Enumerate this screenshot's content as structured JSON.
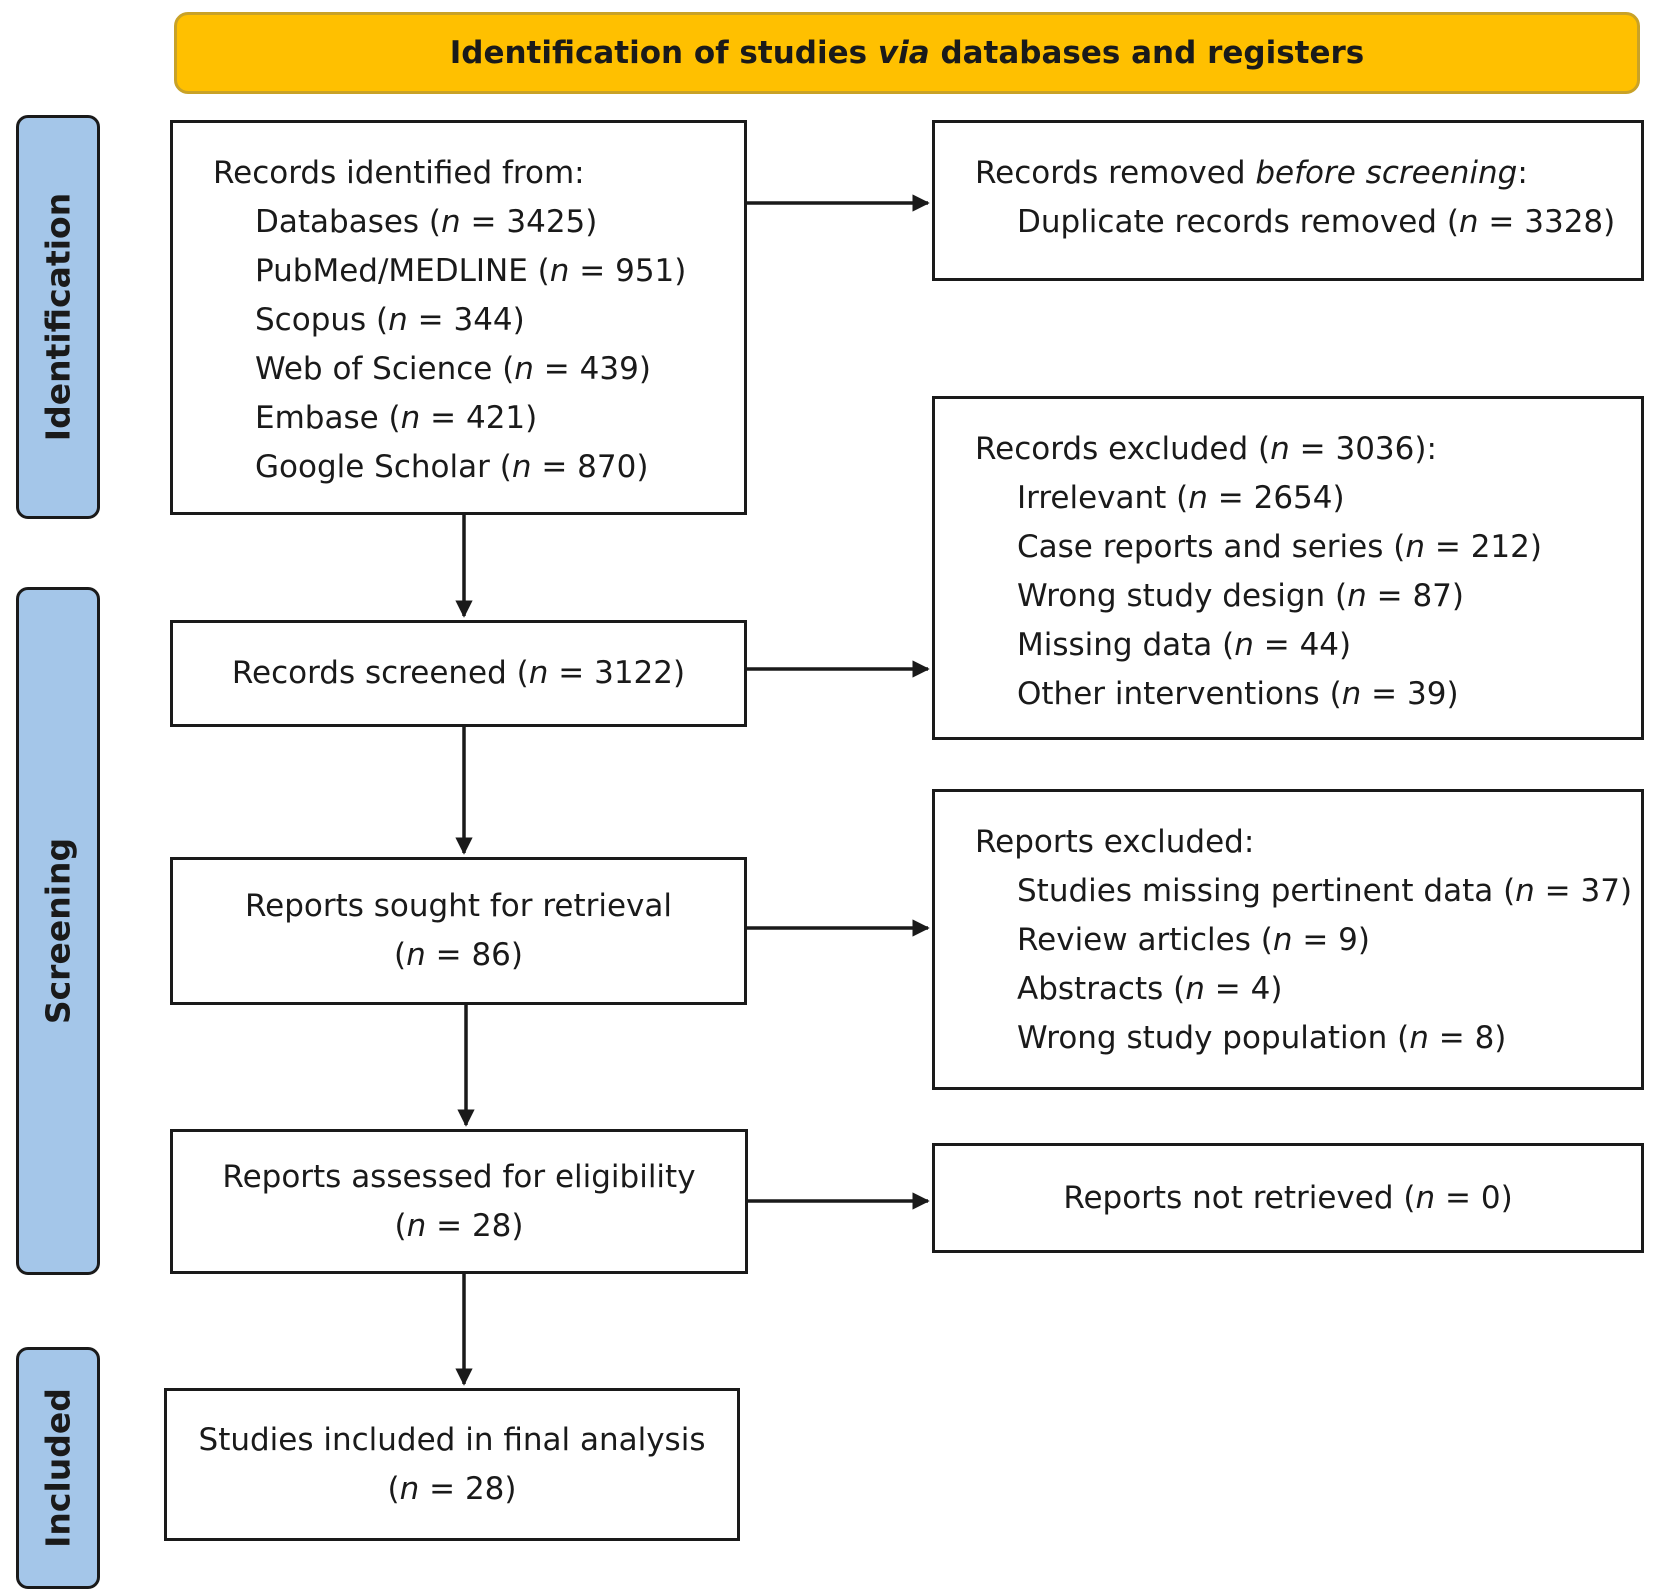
{
  "header": {
    "pre": "Identification of studies ",
    "em": "via",
    "post": " databases and registers"
  },
  "phases": {
    "identification": "Identification",
    "screening": "Screening",
    "included": "Included"
  },
  "colors": {
    "header_fill": "#FFC000",
    "phase_fill": "#A4C6E9",
    "box_border": "#1a1a1a"
  },
  "n_label": "n",
  "records_identified": {
    "title": "Records identified from:",
    "sources": [
      {
        "label": "Databases",
        "n": "3425"
      },
      {
        "label": "PubMed/MEDLINE",
        "n": "951"
      },
      {
        "label": "Scopus",
        "n": "344"
      },
      {
        "label": "Web of Science",
        "n": "439"
      },
      {
        "label": "Embase",
        "n": "421"
      },
      {
        "label": "Google Scholar",
        "n": "870"
      }
    ]
  },
  "records_removed": {
    "title_pre": "Records removed ",
    "title_em": "before screening",
    "title_post": ":",
    "items": [
      {
        "label": "Duplicate records removed",
        "n": "3328"
      }
    ]
  },
  "records_screened": {
    "label": "Records screened",
    "n": "3122"
  },
  "records_excluded": {
    "title": "Records excluded",
    "n": "3036",
    "items": [
      {
        "label": "Irrelevant",
        "n": "2654"
      },
      {
        "label": "Case reports and series",
        "n": "212"
      },
      {
        "label": "Wrong study design",
        "n": "87"
      },
      {
        "label": "Missing data",
        "n": "44"
      },
      {
        "label": "Other interventions",
        "n": "39"
      }
    ]
  },
  "reports_sought": {
    "label": "Reports sought for retrieval",
    "n": "86"
  },
  "reports_excluded": {
    "title": "Reports excluded:",
    "items": [
      {
        "label": "Studies missing pertinent data",
        "n": "37"
      },
      {
        "label": "Review articles",
        "n": "9"
      },
      {
        "label": "Abstracts",
        "n": "4"
      },
      {
        "label": "Wrong study population",
        "n": "8"
      }
    ]
  },
  "reports_assessed": {
    "label": "Reports assessed for eligibility",
    "n": "28"
  },
  "reports_not_retrieved": {
    "label": "Reports not retrieved",
    "n": "0"
  },
  "studies_included": {
    "label": "Studies included in final analysis",
    "n": "28"
  }
}
